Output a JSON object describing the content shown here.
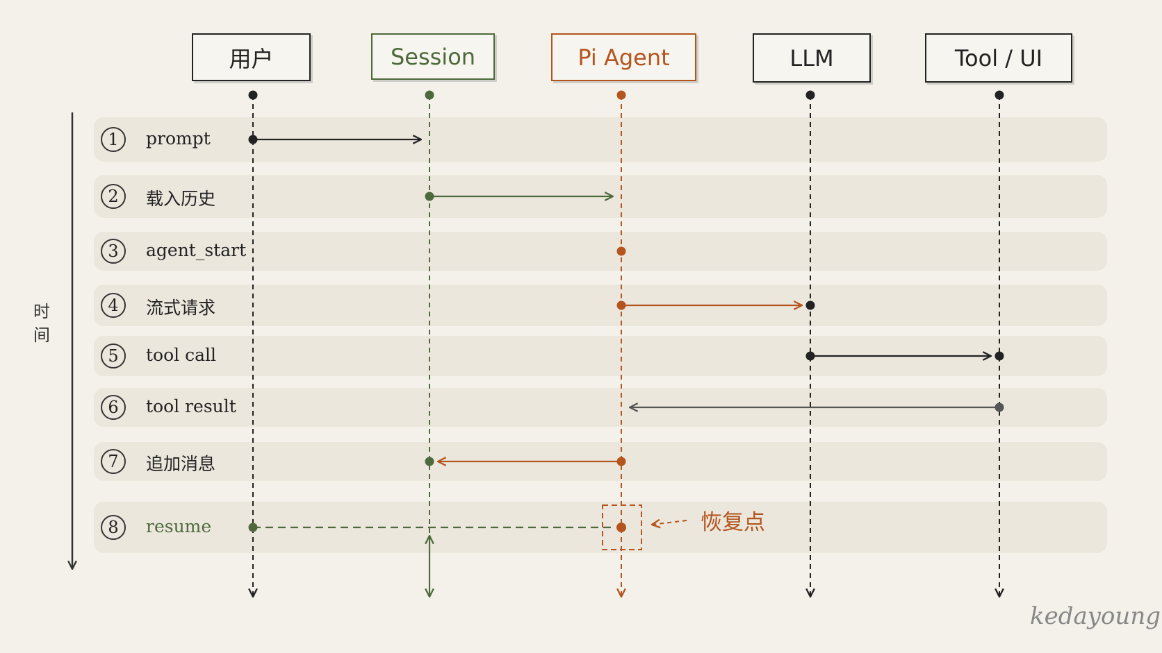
{
  "colors": {
    "ink": "#222222",
    "session": "#4e6a3c",
    "agent": "#b4541e",
    "tool_return": "#555555"
  },
  "actors": [
    {
      "id": "user",
      "label": "用户",
      "color": "#222222"
    },
    {
      "id": "session",
      "label": "Session",
      "color": "#4e6a3c"
    },
    {
      "id": "agent",
      "label": "Pi Agent",
      "color": "#b4541e"
    },
    {
      "id": "llm",
      "label": "LLM",
      "color": "#222222"
    },
    {
      "id": "tool",
      "label": "Tool / UI",
      "color": "#222222"
    }
  ],
  "time_axis": {
    "label": "时间"
  },
  "steps": [
    {
      "num": "1",
      "label": "prompt",
      "from": "user",
      "to": "session",
      "color": "#222222"
    },
    {
      "num": "2",
      "label": "载入历史",
      "from": "session",
      "to": "agent",
      "color": "#4e6a3c"
    },
    {
      "num": "3",
      "label": "agent_start",
      "at": "agent",
      "color": "#b4541e"
    },
    {
      "num": "4",
      "label": "流式请求",
      "from": "agent",
      "to": "llm",
      "color": "#b4541e"
    },
    {
      "num": "5",
      "label": "tool call",
      "from": "llm",
      "to": "tool",
      "color": "#222222"
    },
    {
      "num": "6",
      "label": "tool result",
      "from": "tool",
      "to": "agent",
      "color": "#555555"
    },
    {
      "num": "7",
      "label": "追加消息",
      "from": "agent",
      "to": "session",
      "color": "#b4541e"
    },
    {
      "num": "8",
      "label": "resume",
      "from": "user",
      "to": "agent",
      "color": "#4e6a3c",
      "dashed": true
    }
  ],
  "annotation": {
    "label": "恢复点"
  },
  "signature": "kedayoung"
}
